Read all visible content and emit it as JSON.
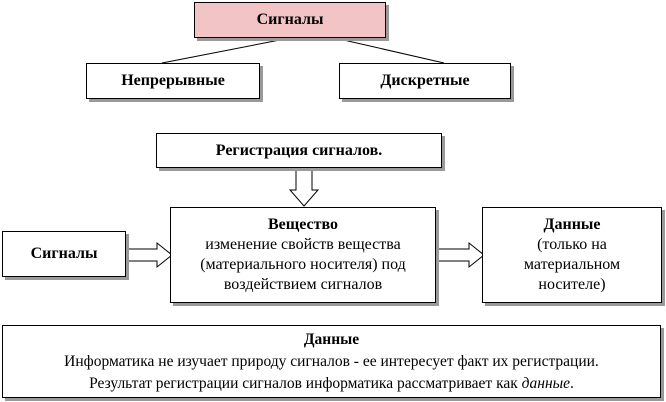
{
  "top": {
    "root": "Сигналы",
    "left": "Непрерывные",
    "right": "Дискретные"
  },
  "flow": {
    "registration": "Регистрация сигналов.",
    "signals": "Сигналы",
    "substance_title": "Вещество",
    "substance_lines": [
      "изменение свойств вещества",
      "(материального носителя) под",
      "воздействием сигналов"
    ],
    "data_title": "Данные",
    "data_lines": [
      "(только на",
      "материальном",
      "носителе)"
    ]
  },
  "note": {
    "title": "Данные",
    "line1": "Информатика не изучает природу сигналов - ее интересует факт их регистрации.",
    "line2_prefix": "Результат регистрации сигналов информатика рассматривает как ",
    "line2_emph": "данные",
    "line2_suffix": "."
  },
  "colors": {
    "root_fill": "#f2c4c6",
    "shadow": "#9a9a9a"
  }
}
